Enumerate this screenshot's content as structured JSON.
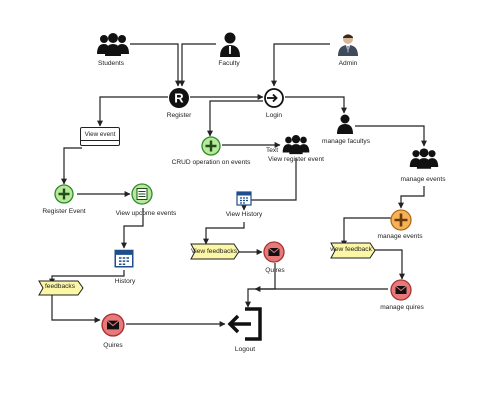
{
  "diagram": {
    "type": "flowchart",
    "labels": {
      "students": "Students",
      "faculty": "Faculty",
      "admin": "Admin",
      "register": "Register",
      "login": "Login",
      "manage_facultys": "manage facultys",
      "view_event_box": "View event",
      "crud": "CRUD operation on events",
      "text": "Text",
      "view_register_event": "View register event",
      "manage_events_top": "manage events",
      "register_event": "Register Event",
      "view_upcome_events": "View upcome events",
      "view_history_mid": "View History",
      "view_feedbacks_mid": "View feedbacks",
      "quires_mid": "Quires",
      "manage_events_right": "manage events",
      "view_feedback_right": "view feedback",
      "manage_quires": "manage quires",
      "feedbacks_left": "feedbacks",
      "history_left": "History",
      "quires_left": "Quires",
      "logout": "Logout",
      "register_letter": "R"
    },
    "icons": {
      "students": "group-icon",
      "faculty": "person-icon",
      "admin": "admin-person-icon",
      "register": "register-r-icon",
      "login": "login-icon",
      "manage_facultys": "person-icon",
      "crud": "plus-circle-icon",
      "view_register_event": "group-icon",
      "manage_events_top": "group-icon",
      "register_event": "plus-circle-icon",
      "view_upcome_events": "list-circle-icon",
      "view_history_mid": "calendar-icon",
      "quires_mid": "mail-circle-icon",
      "manage_events_right": "plus-circle-icon",
      "manage_quires": "mail-circle-icon",
      "history_left": "calendar-icon",
      "quires_left": "mail-circle-icon",
      "logout": "logout-icon"
    },
    "colors": {
      "green_fill": "#b9e89b",
      "green_stroke": "#2e8b2e",
      "red_fill": "#e8797a",
      "red_stroke": "#a83232",
      "orange_fill": "#f5b25a",
      "orange_stroke": "#b56a12",
      "yellow_fill": "#fbf7a6",
      "calendar_blue": "#1f4e8c",
      "line": "#222222"
    }
  }
}
